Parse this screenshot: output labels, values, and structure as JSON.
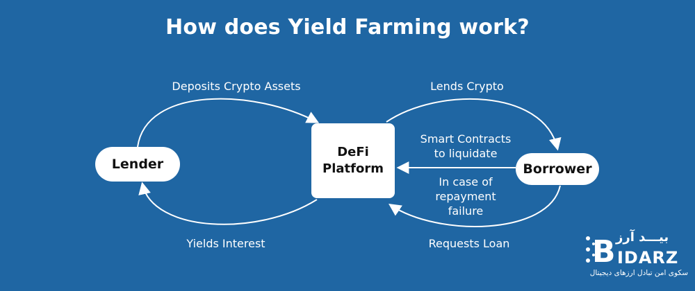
{
  "title": "How does Yield Farming work?",
  "nodes": {
    "lender": "Lender",
    "platform_line1": "DeFi",
    "platform_line2": "Platform",
    "borrower": "Borrower"
  },
  "edges": {
    "deposits": "Deposits Crypto Assets",
    "lends": "Lends Crypto",
    "yields": "Yields Interest",
    "requests": "Requests Loan",
    "liquidate": "Smart Contracts to liquidate",
    "repayment": "In case of repayment failure"
  },
  "brand": {
    "name_fa": "بیـــد آرز",
    "name_en": "IDARZ",
    "logo_letter": "B",
    "tagline": "سکوی امن تبادل ارزهای دیجیتال"
  },
  "colors": {
    "background": "#1f66a3",
    "node": "#ffffff",
    "text": "#ffffff"
  }
}
